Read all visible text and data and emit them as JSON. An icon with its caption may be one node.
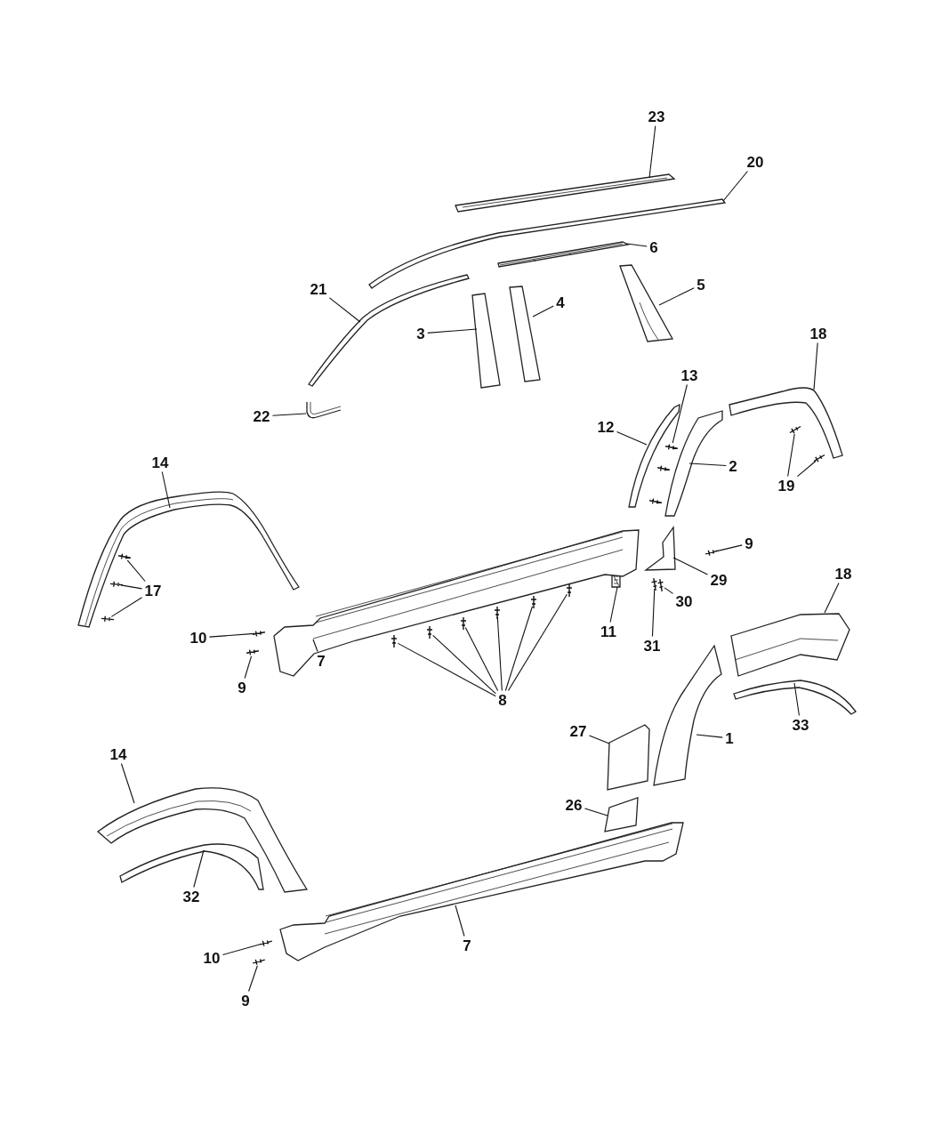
{
  "diagram": {
    "nodes": [
      {
        "text": [
          "23"
        ]
      },
      {
        "text": [],
        "shape": "picture"
      },
      {
        "text": [
          "20"
        ]
      },
      {
        "text": [],
        "shape": "picture"
      },
      {
        "text": [
          "6"
        ]
      },
      {
        "text": [],
        "shape": "picture"
      },
      {
        "text": [
          "21"
        ]
      },
      {
        "text": [],
        "shape": "picture"
      },
      {
        "text": [
          "5"
        ]
      },
      {
        "text": [],
        "shape": "picture"
      },
      {
        "text": [
          "4"
        ]
      },
      {
        "text": [],
        "shape": "picture"
      },
      {
        "text": [
          "3"
        ]
      },
      {
        "text": [],
        "shape": "picture"
      },
      {
        "text": [
          "18"
        ]
      },
      {
        "text": [],
        "shape": "picture"
      },
      {
        "text": [
          "13"
        ]
      },
      {
        "text": [],
        "shape": "picture"
      },
      {
        "text": [
          "22"
        ]
      },
      {
        "text": [],
        "shape": "picture"
      },
      {
        "text": [
          "12"
        ]
      },
      {
        "text": [],
        "shape": "picture"
      },
      {
        "text": [
          "14"
        ]
      },
      {
        "text": [],
        "shape": "picture"
      },
      {
        "text": [
          "2"
        ]
      },
      {
        "text": [],
        "shape": "picture"
      },
      {
        "text": [
          "19"
        ]
      },
      {
        "text": [],
        "shape": "picture"
      },
      {
        "text": [],
        "shape": "picture"
      },
      {
        "text": [
          "9"
        ]
      },
      {
        "text": [],
        "shape": "picture"
      },
      {
        "text": [
          "29"
        ]
      },
      {
        "text": [],
        "shape": "picture"
      },
      {
        "text": [
          "17"
        ]
      },
      {
        "text": [],
        "shape": "picture"
      },
      {
        "text": [],
        "shape": "picture"
      },
      {
        "text": [],
        "shape": "picture"
      },
      {
        "text": [
          "18"
        ]
      },
      {
        "text": [],
        "shape": "picture"
      },
      {
        "text": [
          "30"
        ]
      },
      {
        "text": [],
        "shape": "picture"
      },
      {
        "text": [
          "11"
        ]
      },
      {
        "text": [],
        "shape": "picture"
      },
      {
        "text": [
          "10"
        ]
      },
      {
        "text": [],
        "shape": "picture"
      },
      {
        "text": [
          "7"
        ]
      },
      {
        "text": [],
        "shape": "picture"
      },
      {
        "text": [
          "31"
        ]
      },
      {
        "text": [],
        "shape": "picture"
      },
      {
        "text": [
          "9"
        ]
      },
      {
        "text": [],
        "shape": "picture"
      },
      {
        "text": [
          "8"
        ]
      },
      {
        "text": [],
        "shape": "picture"
      },
      {
        "text": [],
        "shape": "picture"
      },
      {
        "text": [],
        "shape": "picture"
      },
      {
        "text": [],
        "shape": "picture"
      },
      {
        "text": [],
        "shape": "picture"
      },
      {
        "text": [],
        "shape": "picture"
      },
      {
        "text": [
          "1"
        ]
      },
      {
        "text": [],
        "shape": "picture"
      },
      {
        "text": [
          "33"
        ]
      },
      {
        "text": [],
        "shape": "picture"
      },
      {
        "text": [
          "27"
        ]
      },
      {
        "text": [],
        "shape": "picture"
      },
      {
        "text": [
          "14"
        ]
      },
      {
        "text": [],
        "shape": "picture"
      },
      {
        "text": [
          "26"
        ]
      },
      {
        "text": [],
        "shape": "picture"
      },
      {
        "text": [
          "32"
        ]
      },
      {
        "text": [],
        "shape": "picture"
      },
      {
        "text": [
          "7"
        ]
      },
      {
        "text": [],
        "shape": "picture"
      },
      {
        "text": [
          "10"
        ]
      },
      {
        "text": [],
        "shape": "picture"
      },
      {
        "text": [
          "9"
        ]
      },
      {
        "text": [],
        "shape": "picture"
      }
    ],
    "edges": [
      {
        "from": 0,
        "to": 1,
        "arrow": "none"
      },
      {
        "from": 2,
        "to": 3,
        "arrow": "none"
      },
      {
        "from": 4,
        "to": 5,
        "arrow": "none"
      },
      {
        "from": 6,
        "to": 7,
        "arrow": "none"
      },
      {
        "from": 8,
        "to": 9,
        "arrow": "none"
      },
      {
        "from": 10,
        "to": 11,
        "arrow": "none"
      },
      {
        "from": 12,
        "to": 13,
        "arrow": "none"
      },
      {
        "from": 14,
        "to": 15,
        "arrow": "none"
      },
      {
        "from": 16,
        "to": 17,
        "arrow": "none"
      },
      {
        "from": 18,
        "to": 19,
        "arrow": "none"
      },
      {
        "from": 20,
        "to": 21,
        "arrow": "none"
      },
      {
        "from": 22,
        "to": 23,
        "arrow": "none"
      },
      {
        "from": 24,
        "to": 25,
        "arrow": "none"
      },
      {
        "from": 26,
        "to": 27,
        "arrow": "none"
      },
      {
        "from": 26,
        "to": 28,
        "arrow": "none"
      },
      {
        "from": 29,
        "to": 30,
        "arrow": "none"
      },
      {
        "from": 31,
        "to": 32,
        "arrow": "none"
      },
      {
        "from": 33,
        "to": 34,
        "arrow": "none"
      },
      {
        "from": 33,
        "to": 35,
        "arrow": "none"
      },
      {
        "from": 33,
        "to": 36,
        "arrow": "none"
      },
      {
        "from": 37,
        "to": 38,
        "arrow": "none"
      },
      {
        "from": 39,
        "to": 40,
        "arrow": "none"
      },
      {
        "from": 41,
        "to": 42,
        "arrow": "none"
      },
      {
        "from": 43,
        "to": 44,
        "arrow": "none"
      },
      {
        "from": 45,
        "to": 46,
        "arrow": "none"
      },
      {
        "from": 47,
        "to": 48,
        "arrow": "none"
      },
      {
        "from": 49,
        "to": 50,
        "arrow": "none"
      },
      {
        "from": 51,
        "to": 52,
        "arrow": "none"
      },
      {
        "from": 51,
        "to": 53,
        "arrow": "none"
      },
      {
        "from": 51,
        "to": 54,
        "arrow": "none"
      },
      {
        "from": 51,
        "to": 55,
        "arrow": "none"
      },
      {
        "from": 51,
        "to": 56,
        "arrow": "none"
      },
      {
        "from": 51,
        "to": 57,
        "arrow": "none"
      },
      {
        "from": 58,
        "to": 59,
        "arrow": "none"
      },
      {
        "from": 60,
        "to": 61,
        "arrow": "none"
      },
      {
        "from": 62,
        "to": 63,
        "arrow": "none"
      },
      {
        "from": 64,
        "to": 65,
        "arrow": "none"
      },
      {
        "from": 66,
        "to": 67,
        "arrow": "none"
      },
      {
        "from": 68,
        "to": 69,
        "arrow": "none"
      },
      {
        "from": 70,
        "to": 71,
        "arrow": "none"
      },
      {
        "from": 72,
        "to": 73,
        "arrow": "none"
      },
      {
        "from": 74,
        "to": 75,
        "arrow": "none"
      }
    ]
  }
}
